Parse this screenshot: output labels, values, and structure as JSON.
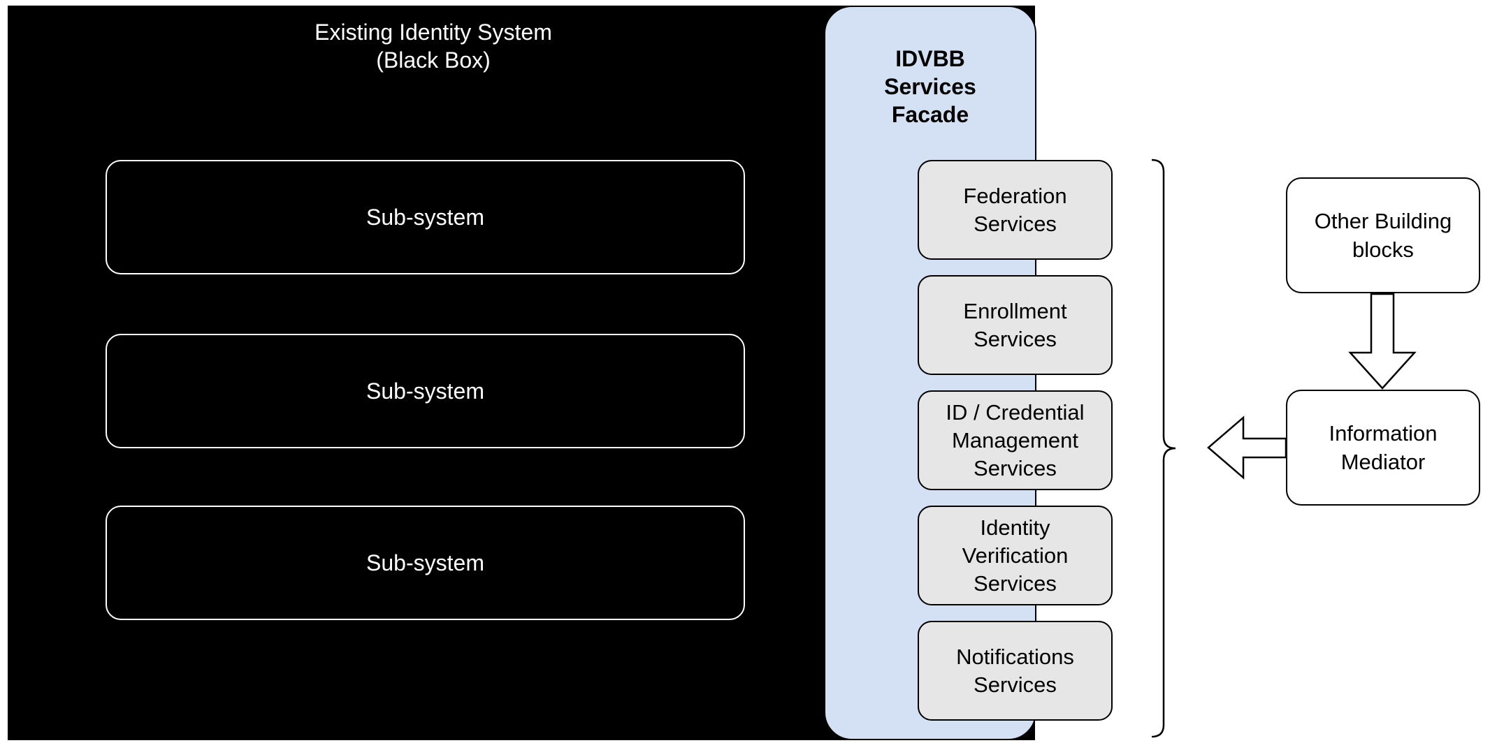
{
  "black_box": {
    "title_line1": "Existing Identity System",
    "title_line2": "(Black Box)"
  },
  "subsystems": [
    "Sub-system",
    "Sub-system",
    "Sub-system"
  ],
  "facade": {
    "line1": "IDVBB",
    "line2": "Services",
    "line3": "Facade"
  },
  "services": [
    {
      "line1": "Federation",
      "line2": "Services"
    },
    {
      "line1": "Enrollment",
      "line2": "Services"
    },
    {
      "line1": "ID / Credential",
      "line2": "Management",
      "line3": "Services"
    },
    {
      "line1": "Identity",
      "line2": "Verification",
      "line3": "Services"
    },
    {
      "line1": "Notifications",
      "line2": "Services"
    }
  ],
  "other_blocks": {
    "line1": "Other Building",
    "line2": "blocks"
  },
  "info_mediator": {
    "line1": "Information",
    "line2": "Mediator"
  },
  "colors": {
    "facade_fill": "#d4e1f4",
    "service_fill": "#e6e6e6",
    "black_box": "#000000"
  }
}
